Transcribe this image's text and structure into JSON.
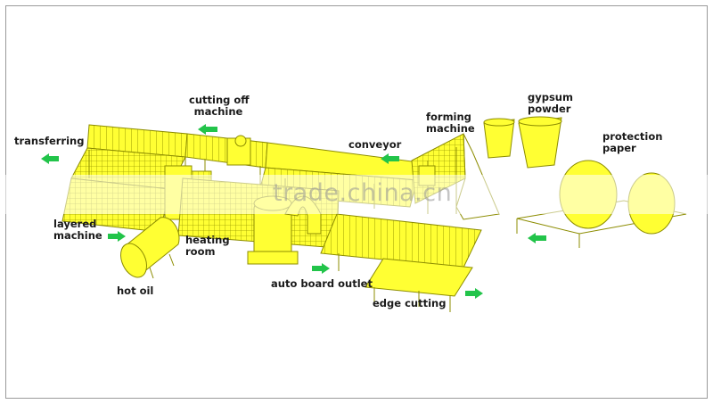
{
  "colors": {
    "machine_fill": "#ffff33",
    "machine_stroke": "#8c8c00",
    "arrow": "#22c44a",
    "label": "#1a1a1a",
    "watermark": "#969696"
  },
  "labels": {
    "transferring": "transferring",
    "cutting_off_line1": "cutting off",
    "cutting_off_line2": "machine",
    "conveyor": "conveyor",
    "forming_line1": "forming",
    "forming_line2": "machine",
    "gypsum_line1": "gypsum",
    "gypsum_line2": "powder",
    "protection_line1": "protection",
    "protection_line2": "paper",
    "layered_line1": "layered",
    "layered_line2": "machine",
    "heating_line1": "heating",
    "heating_line2": "room",
    "hot_oil": "hot oil",
    "auto_board_outlet": "auto board outlet",
    "edge_cutting": "edge cutting"
  },
  "watermark": "trade.china.cn",
  "icons": [
    "flow-arrow-icon"
  ]
}
